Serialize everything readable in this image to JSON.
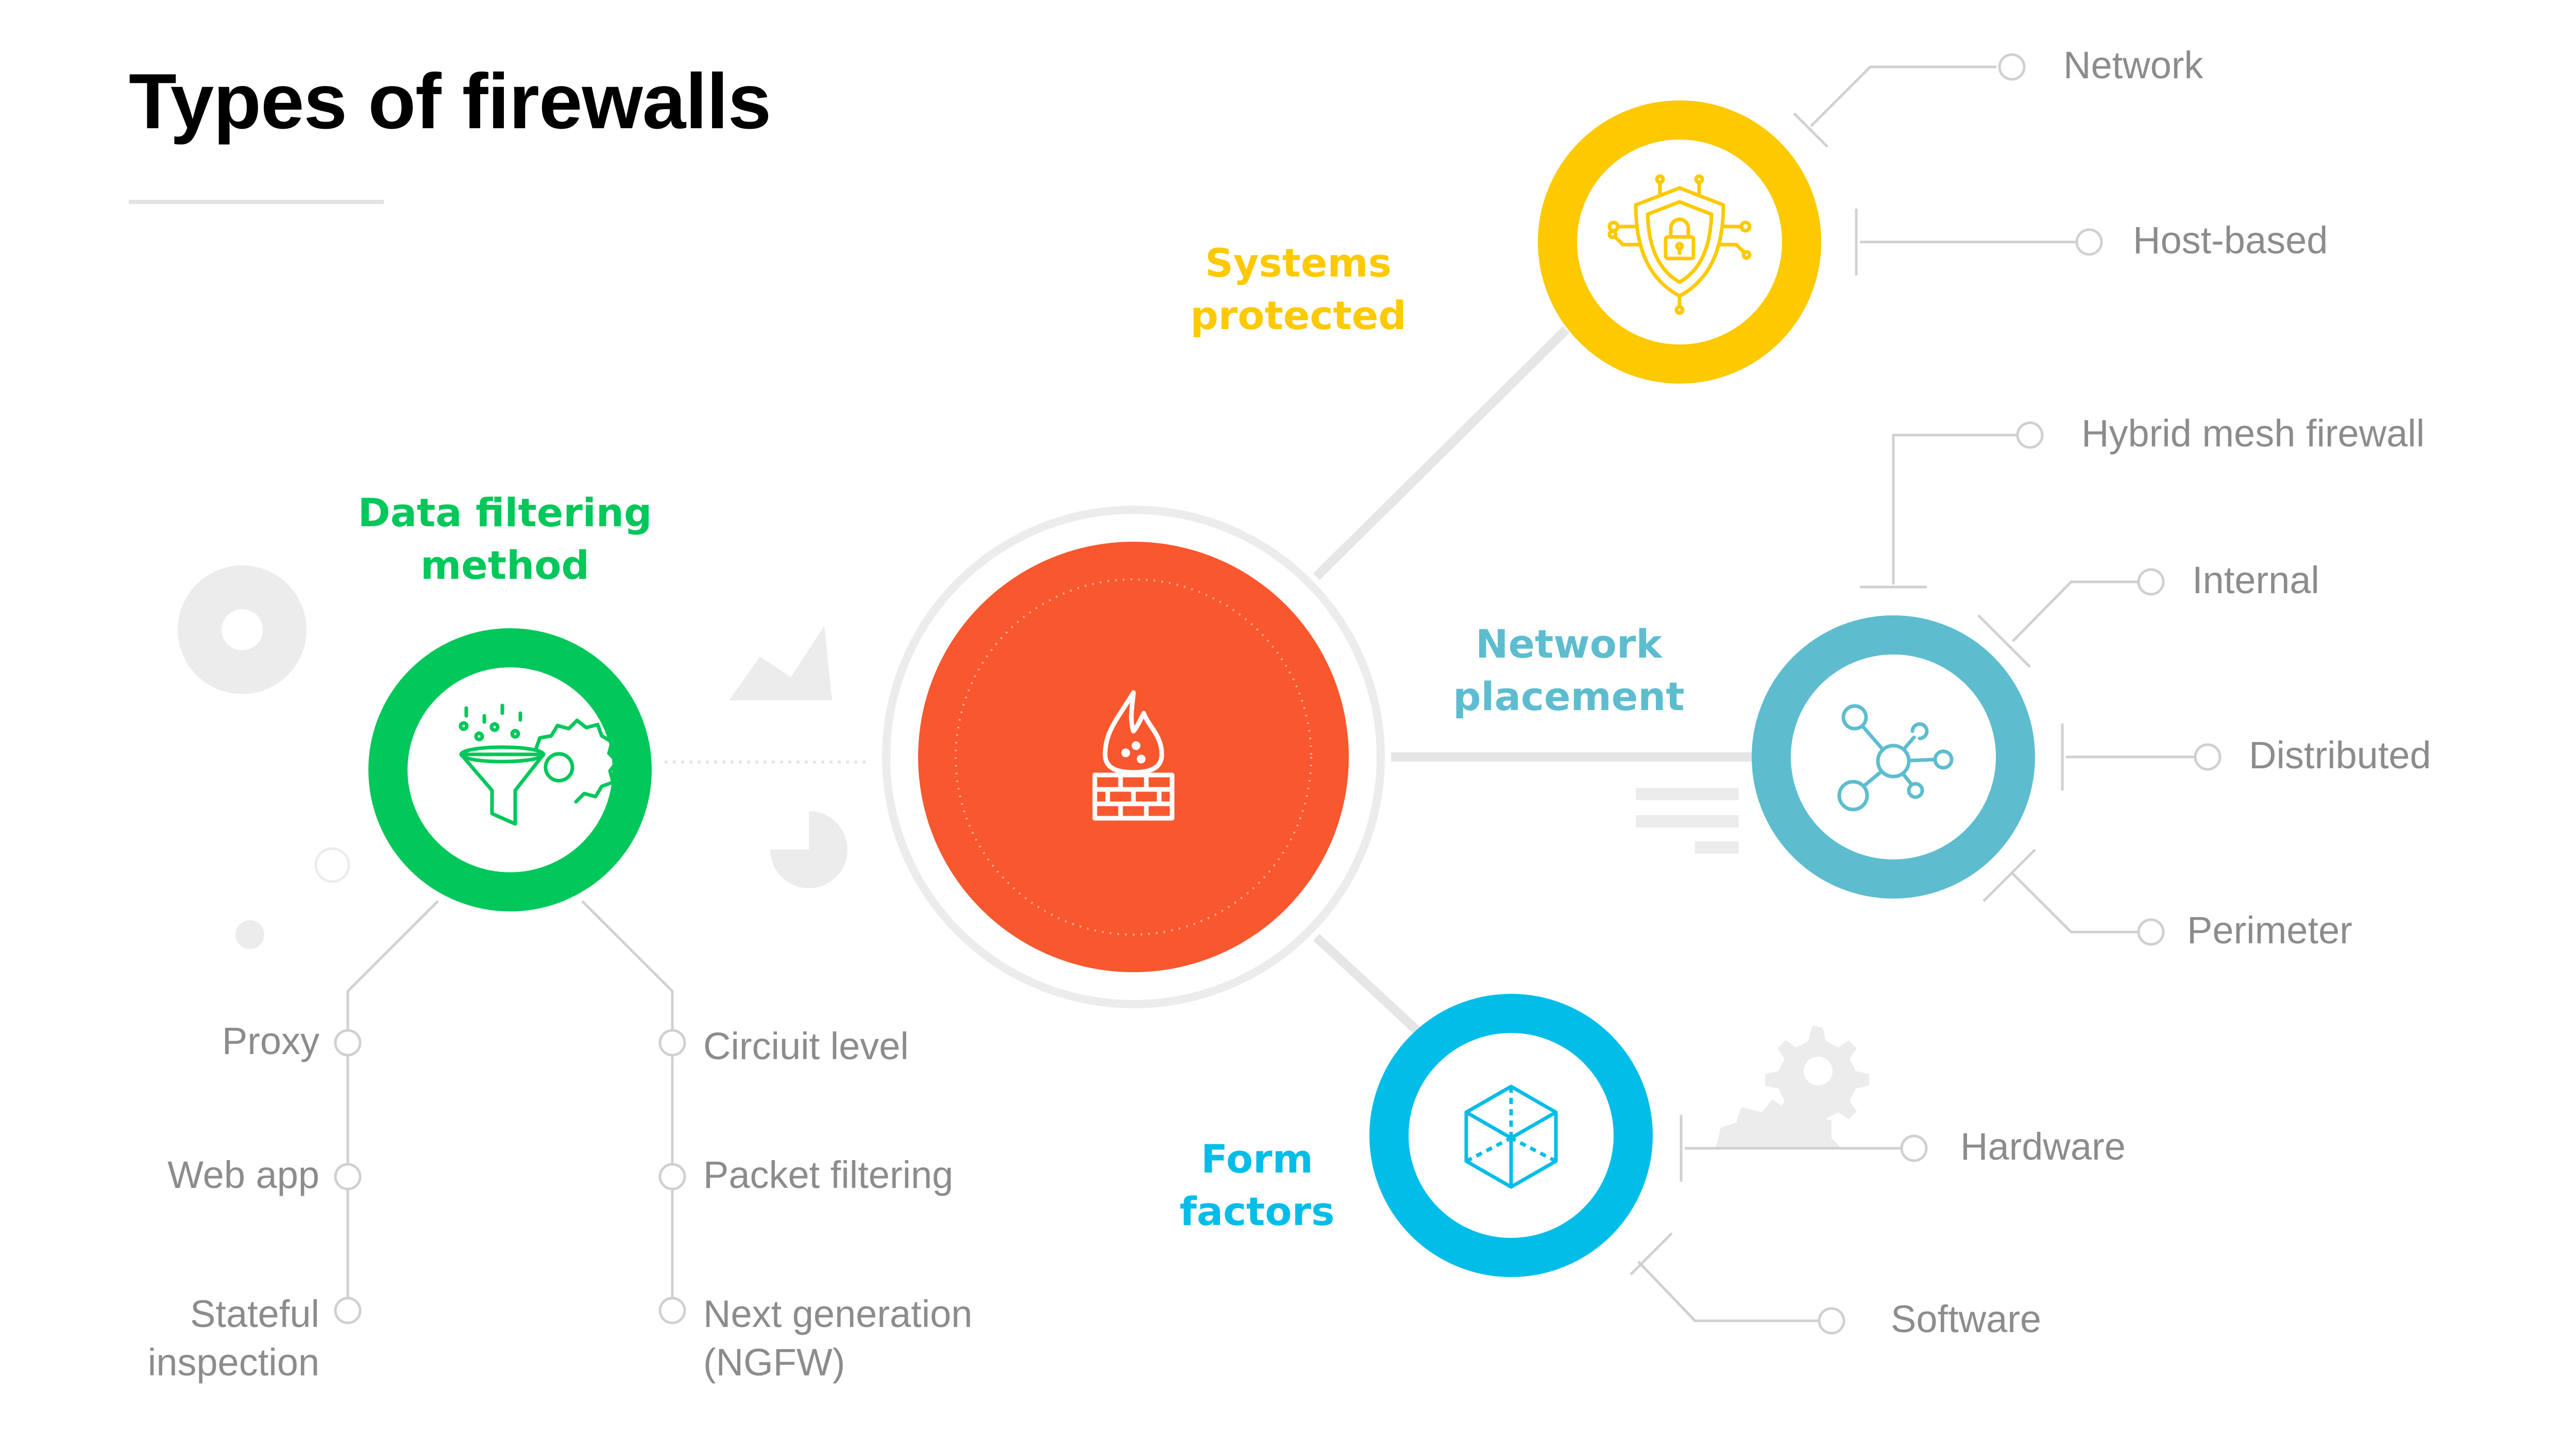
{
  "title": "Types of firewalls",
  "colors": {
    "center": "#f9572e",
    "systems": "#fdc901",
    "placement": "#5dbdcf",
    "forms": "#03bde9",
    "filtering": "#02c75a",
    "connector": "#e6e6e6",
    "leaf_text": "#8c8c8c",
    "decor": "#ececec"
  },
  "center": {
    "icon": "firewall-flame-icon"
  },
  "categories": {
    "systems": {
      "label_lines": [
        "Systems",
        "protected"
      ],
      "icon": "shield-lock-icon",
      "items": [
        "Network",
        "Host-based"
      ]
    },
    "placement": {
      "label_lines": [
        "Network",
        "placement"
      ],
      "icon": "network-hub-icon",
      "items": [
        "Hybrid mesh firewall",
        "Internal",
        "Distributed",
        "Perimeter"
      ]
    },
    "forms": {
      "label_lines": [
        "Form",
        "factors"
      ],
      "icon": "cube-icon",
      "items": [
        "Hardware",
        "Software"
      ]
    },
    "filtering": {
      "label_lines": [
        "Data filtering",
        "method"
      ],
      "icon": "funnel-gear-icon",
      "items_left": [
        {
          "lines": [
            "Proxy"
          ]
        },
        {
          "lines": [
            "Web app"
          ]
        },
        {
          "lines": [
            "Stateful",
            "inspection"
          ]
        }
      ],
      "items_right": [
        {
          "lines": [
            "Circiuit level"
          ]
        },
        {
          "lines": [
            "Packet filtering"
          ]
        },
        {
          "lines": [
            "Next generation",
            "(NGFW)"
          ]
        }
      ]
    }
  }
}
